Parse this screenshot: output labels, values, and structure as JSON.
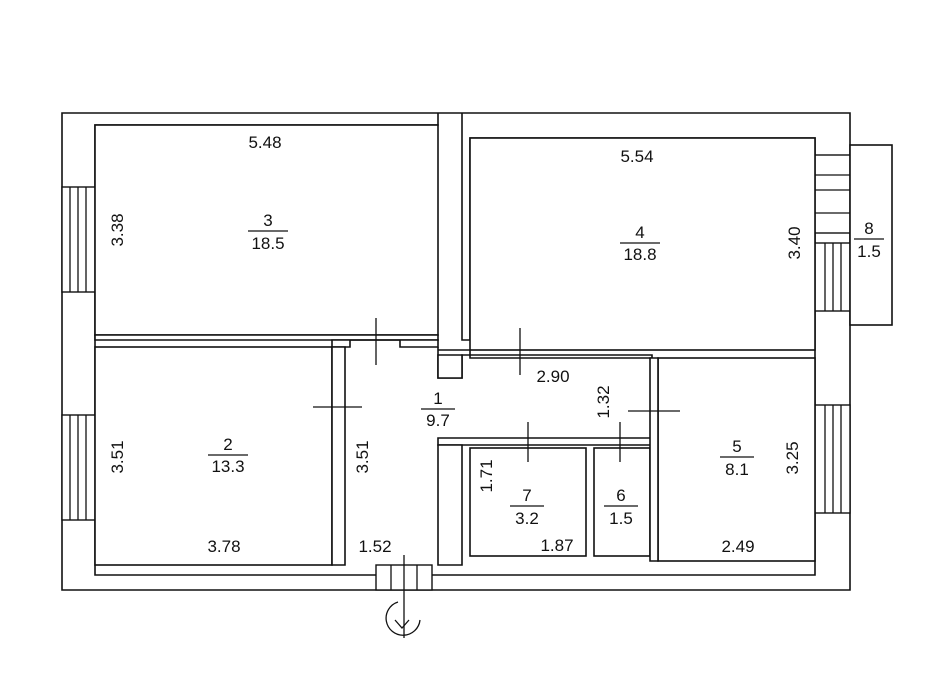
{
  "colors": {
    "line": "#111111",
    "background": "#ffffff"
  },
  "rooms": [
    {
      "number": "1",
      "area": "9.7"
    },
    {
      "number": "2",
      "area": "13.3"
    },
    {
      "number": "3",
      "area": "18.5"
    },
    {
      "number": "4",
      "area": "18.8"
    },
    {
      "number": "5",
      "area": "8.1"
    },
    {
      "number": "6",
      "area": "1.5"
    },
    {
      "number": "7",
      "area": "3.2"
    },
    {
      "number": "8",
      "area": "1.5"
    }
  ],
  "dimensions": {
    "room3_width": "5.48",
    "room3_height": "3.38",
    "room4_width": "5.54",
    "room4_height": "3.40",
    "room2_height": "3.51",
    "room2_width": "3.78",
    "hall_height": "3.51",
    "hall_width": "1.52",
    "corridor_width": "2.90",
    "corridor_height": "1.32",
    "room5_height": "3.25",
    "room5_width": "2.49",
    "room7_height": "1.71",
    "room7_width": "1.87"
  },
  "icons": {
    "entrance": "entrance-arrow-icon"
  }
}
